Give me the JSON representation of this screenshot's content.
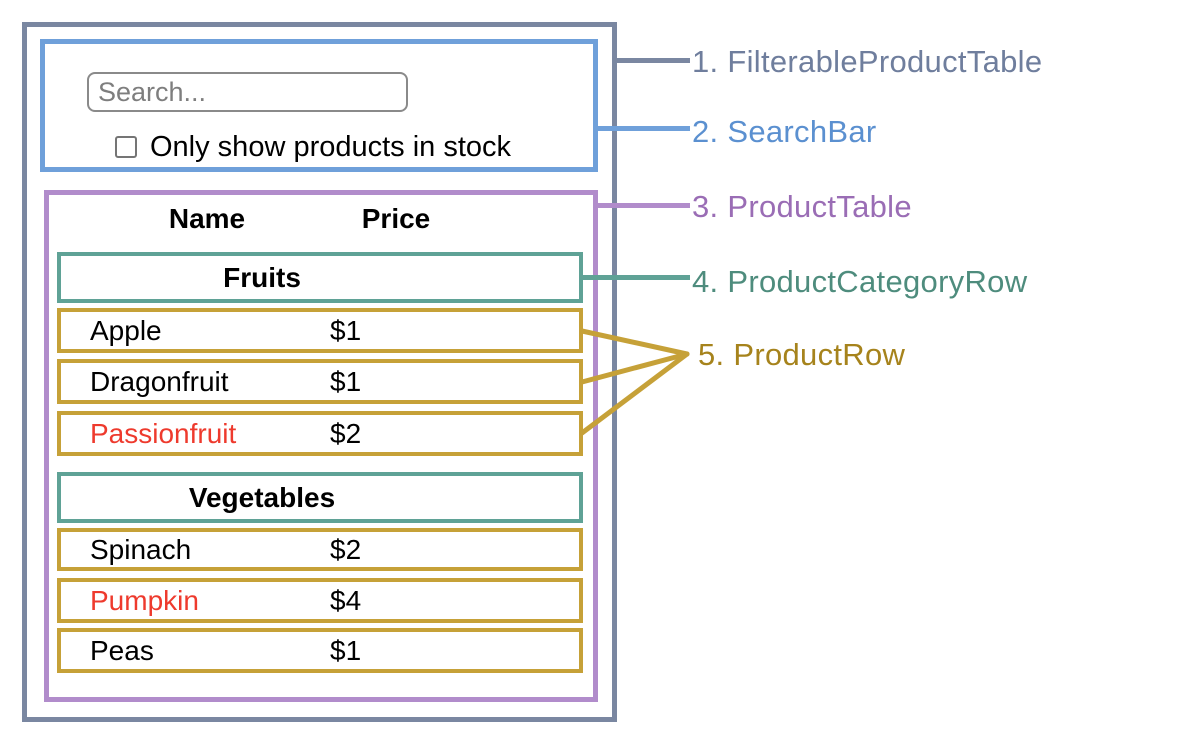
{
  "annotations": {
    "items": [
      {
        "label": "1. FilterableProductTable",
        "color": "#6F7E9D"
      },
      {
        "label": "2. SearchBar",
        "color": "#5B90D0"
      },
      {
        "label": "3. ProductTable",
        "color": "#9A6DB5"
      },
      {
        "label": "4. ProductCategoryRow",
        "color": "#4E8C7D"
      },
      {
        "label": "5. ProductRow",
        "color": "#A6831C"
      }
    ]
  },
  "search_bar": {
    "placeholder": "Search...",
    "checkbox_label": "Only show products in stock",
    "checkbox_checked": false
  },
  "product_table": {
    "headers": {
      "name": "Name",
      "price": "Price"
    },
    "sections": [
      {
        "category": "Fruits",
        "rows": [
          {
            "name": "Apple",
            "price": "$1",
            "name_color": "#000000"
          },
          {
            "name": "Dragonfruit",
            "price": "$1",
            "name_color": "#000000"
          },
          {
            "name": "Passionfruit",
            "price": "$2",
            "name_color": "#EE3A2D"
          }
        ]
      },
      {
        "category": "Vegetables",
        "rows": [
          {
            "name": "Spinach",
            "price": "$2",
            "name_color": "#000000"
          },
          {
            "name": "Pumpkin",
            "price": "$4",
            "name_color": "#EE3A2D"
          },
          {
            "name": "Peas",
            "price": "$1",
            "name_color": "#000000"
          }
        ]
      }
    ]
  },
  "colors": {
    "filterable_product_table_border": "#7A87A1",
    "search_bar_border": "#6FA0DA",
    "product_table_border": "#B18CCB",
    "product_category_row_border": "#5FA296",
    "product_row_border": "#C6A138",
    "out_of_stock_text": "#EE3A2D"
  }
}
